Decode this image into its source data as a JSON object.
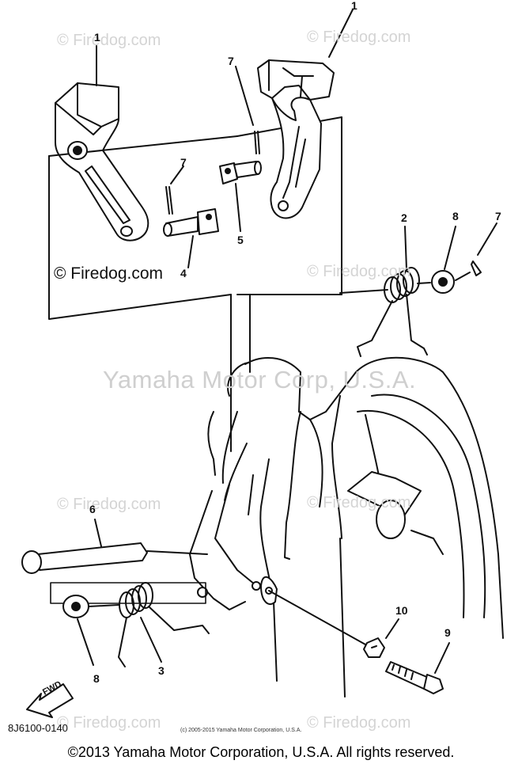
{
  "watermarks": {
    "small": "© Firedog.com",
    "main": "Yamaha Motor Corp, U.S.A.",
    "mini_copyright": "(c) 2005-2015 Yamaha Motor Corporation, U.S.A."
  },
  "callouts": {
    "part_1_left": "1",
    "part_1_right": "1",
    "part_2": "2",
    "part_3": "3",
    "part_4": "4",
    "part_5": "5",
    "part_6": "6",
    "part_7_left": "7",
    "part_7_mid": "7",
    "part_7_right": "7",
    "part_8_right": "8",
    "part_8_left": "8",
    "part_9": "9",
    "part_10": "10"
  },
  "fwd_label": "FWD",
  "diagram_code": "8J6100-0140",
  "footer": "©2013 Yamaha Motor Corporation, U.S.A. All rights reserved."
}
